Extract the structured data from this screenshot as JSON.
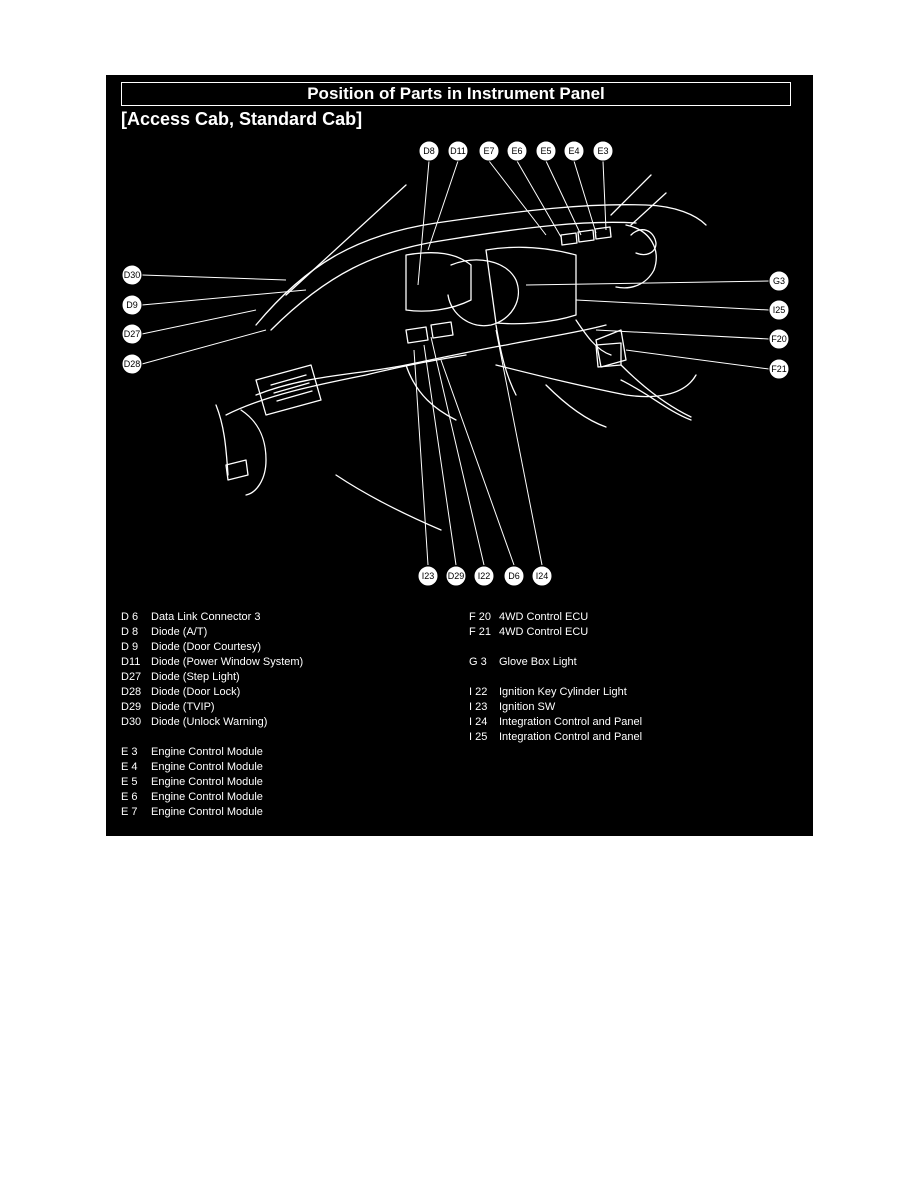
{
  "title": "Position of Parts in Instrument Panel",
  "subtitle": "[Access Cab, Standard Cab]",
  "colors": {
    "background": "#000000",
    "foreground": "#ffffff",
    "page": "#ffffff"
  },
  "callouts": {
    "top": [
      "D8",
      "D11",
      "E7",
      "E6",
      "E5",
      "E4",
      "E3"
    ],
    "left": [
      "D30",
      "D9",
      "D27",
      "D28"
    ],
    "right": [
      "G3",
      "I25",
      "F20",
      "F21"
    ],
    "bottom": [
      "I23",
      "D29",
      "I22",
      "D6",
      "I24"
    ]
  },
  "legend_left": [
    {
      "code": "D  6",
      "name": "Data Link Connector 3"
    },
    {
      "code": "D  8",
      "name": "Diode (A/T)"
    },
    {
      "code": "D  9",
      "name": "Diode (Door Courtesy)"
    },
    {
      "code": "D11",
      "name": "Diode (Power Window System)"
    },
    {
      "code": "D27",
      "name": "Diode (Step Light)"
    },
    {
      "code": "D28",
      "name": "Diode (Door Lock)"
    },
    {
      "code": "D29",
      "name": "Diode (TVIP)"
    },
    {
      "code": "D30",
      "name": "Diode (Unlock Warning)"
    },
    {
      "code": "E  3",
      "name": "Engine Control Module"
    },
    {
      "code": "E  4",
      "name": "Engine Control Module"
    },
    {
      "code": "E  5",
      "name": "Engine Control Module"
    },
    {
      "code": "E  6",
      "name": "Engine Control Module"
    },
    {
      "code": "E  7",
      "name": "Engine Control Module"
    }
  ],
  "legend_right": [
    {
      "code": "F 20",
      "name": "4WD Control ECU"
    },
    {
      "code": "F 21",
      "name": "4WD Control ECU"
    },
    {
      "code": "G  3",
      "name": "Glove Box Light"
    },
    {
      "code": "I  22",
      "name": "Ignition Key Cylinder Light"
    },
    {
      "code": "I  23",
      "name": "Ignition SW"
    },
    {
      "code": "I  24",
      "name": "Integration Control and Panel"
    },
    {
      "code": "I  25",
      "name": "Integration Control and Panel"
    }
  ]
}
